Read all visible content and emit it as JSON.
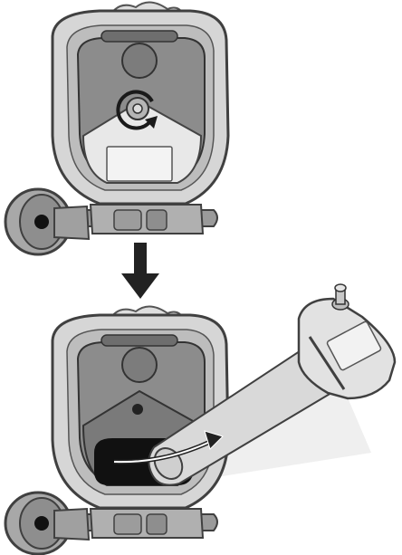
{
  "figure": {
    "steps": [
      {
        "id": "step-1",
        "action": "rotate-lock-knob"
      },
      {
        "id": "step-2",
        "action": "pull-out-battery-cartridge"
      }
    ],
    "icons": {
      "rotate": "rotate-arrow-icon",
      "down": "down-arrow-icon",
      "pull": "pull-out-arrow-icon"
    },
    "colors": {
      "body_outline": "#404040",
      "body_light": "#e3e3e3",
      "body_mid": "#c7c7c7",
      "panel_dark": "#8f8f8f",
      "panel_darker": "#7a7a7a",
      "plate_light": "#ececec",
      "cavity": "#111111",
      "arrow": "#222222",
      "rotate_arrow": "#1a1a1a",
      "cartridge": "#d9d9d9",
      "cartridge_shadow": "#f0f0f0"
    }
  }
}
